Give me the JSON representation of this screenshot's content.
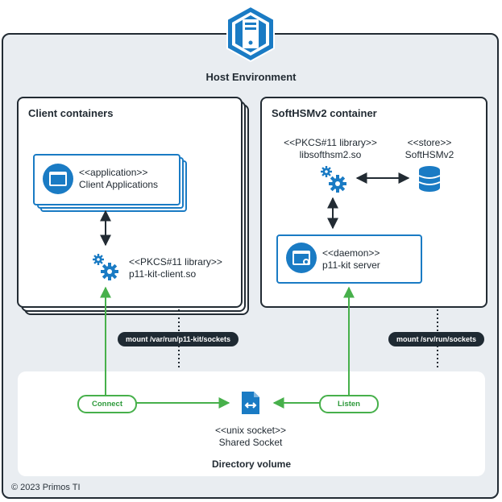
{
  "host": {
    "title": "Host Environment"
  },
  "client_containers": {
    "title": "Client containers",
    "application": {
      "stereotype": "<<application>>",
      "name": "Client Applications"
    },
    "library": {
      "stereotype": "<<PKCS#11 library>>",
      "name": "p11-kit-client.so"
    },
    "mount": "mount /var/run/p11-kit/sockets"
  },
  "softhsm_container": {
    "title": "SoftHSMv2 container",
    "library": {
      "stereotype": "<<PKCS#11 library>>",
      "name": "libsofthsm2.so"
    },
    "store": {
      "stereotype": "<<store>>",
      "name": "SoftHSMv2"
    },
    "daemon": {
      "stereotype": "<<daemon>>",
      "name": "p11-kit server"
    },
    "mount": "mount /srv/run/sockets"
  },
  "volume": {
    "title": "Directory volume",
    "socket": {
      "stereotype": "<<unix socket>>",
      "name": "Shared Socket"
    },
    "connect_label": "Connect",
    "listen_label": "Listen"
  },
  "colors": {
    "dark": "#222b33",
    "blue": "#1a7bc4",
    "green": "#47b04b",
    "background": "#e9edf1"
  },
  "icons": [
    "server-icon",
    "window-icon",
    "gears-icon",
    "database-icon",
    "daemon-window-icon",
    "socket-file-icon"
  ],
  "footer": {
    "copyright": "© 2023 Primos TI"
  }
}
